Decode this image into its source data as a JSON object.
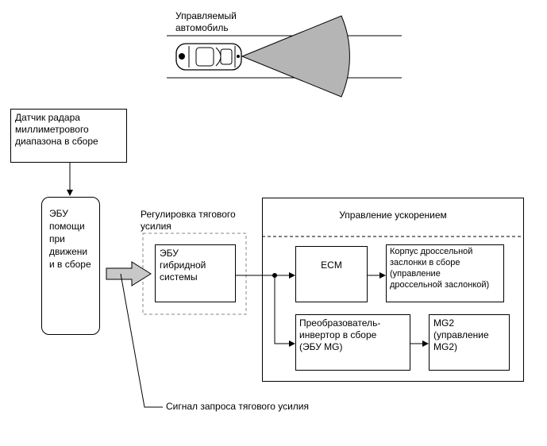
{
  "car_scene": {
    "label_lines": [
      "Управляемый",
      "автомобиль"
    ]
  },
  "radar_sensor": {
    "lines": [
      "Датчик радара",
      "миллиметрового",
      "диапазона в сборе"
    ]
  },
  "driving_assist_ecu": {
    "lines": [
      "ЭБУ",
      "помощи",
      "при",
      "движени",
      "и в сборе"
    ]
  },
  "traction_control": {
    "title_lines": [
      "Регулировка тягового",
      "усилия"
    ],
    "hybrid_ecu_lines": [
      "ЭБУ",
      "гибридной",
      "системы"
    ]
  },
  "acceleration_control": {
    "title": "Управление ускорением",
    "ecm": "ECM",
    "throttle_lines": [
      "Корпус дроссельной",
      "заслонки в сборе",
      "(управление",
      "дроссельной заслонкой)"
    ],
    "inverter_lines": [
      "Преобразователь-",
      "инвертор в сборе",
      "(ЭБУ MG)"
    ],
    "mg2_lines": [
      "MG2",
      "(управление",
      "MG2)"
    ]
  },
  "signal_label": "Сигнал запроса тягового усилия"
}
